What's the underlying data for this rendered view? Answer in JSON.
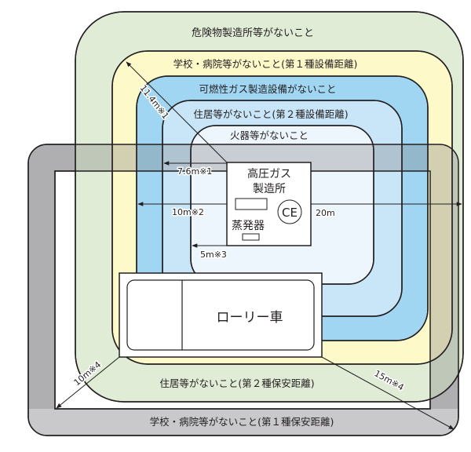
{
  "zones": {
    "hazardous_materials": {
      "label": "危険物製造所等がないこと",
      "color": "#e1ecd6"
    },
    "school_hospital_facility_1": {
      "label": "学校・病院等がないこと(第１種設備距離)",
      "color": "#fdf9c9"
    },
    "flammable_gas_equipment": {
      "label": "可燃性ガス製造設備がないこと",
      "color": "#a0d6f2"
    },
    "residence_facility_2": {
      "label": "住居等がないこと(第２種設備距離)",
      "color": "#c9e6f8"
    },
    "fire_source": {
      "label": "火器等がないこと",
      "color": "#eef6fd"
    },
    "residence_safety_2": {
      "label": "住居等がないこと(第２種保安距離)",
      "color": "#e1ecd6"
    },
    "school_hospital_safety_1": {
      "label": "学校・病院等がないこと(第１種保安距離)",
      "color": "#c9c9cb"
    }
  },
  "facility": {
    "title_line1": "高圧ガス",
    "title_line2": "製造所",
    "ce_label": "CE",
    "evaporator_label": "蒸発器"
  },
  "lorry": {
    "label": "ローリー車"
  },
  "distances": {
    "d1": "11.4m※1",
    "d2": "7.6m※1",
    "d3": "10m※2",
    "d4": "20m",
    "d5": "5m※3",
    "d6": "10m※4",
    "d7": "15m※4"
  },
  "colors": {
    "stroke": "#231f20",
    "gray_box": "#c9c9cb",
    "white": "#ffffff"
  }
}
